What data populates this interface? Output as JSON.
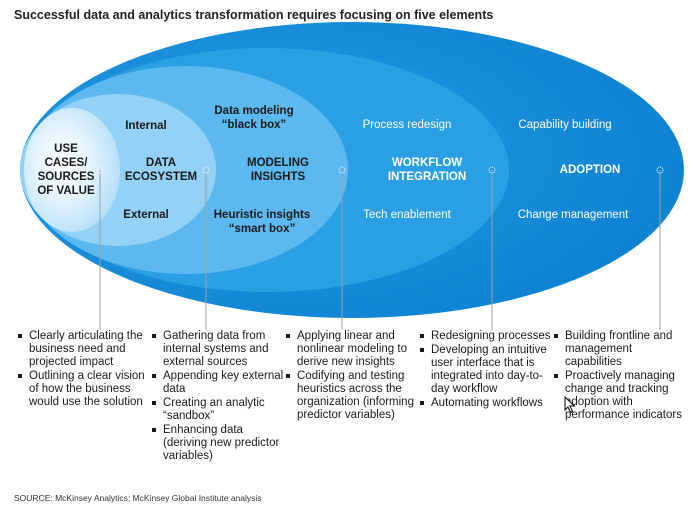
{
  "title": "Successful data and analytics transformation requires focusing on five elements",
  "elements": [
    {
      "name": "USE CASES/ SOURCES OF VALUE",
      "lines": [
        "USE",
        "CASES/",
        "SOURCES",
        "OF VALUE"
      ],
      "sublabels": [],
      "bullets": [
        "Clearly articulating the business need and projected impact",
        "Outlining a clear vision of how the business would use the solution"
      ]
    },
    {
      "name": "DATA ECOSYSTEM",
      "lines": [
        "DATA",
        "ECOSYSTEM"
      ],
      "sublabels": [
        "Internal",
        "External"
      ],
      "bullets": [
        "Gathering data from internal systems and external sources",
        "Appending key external data",
        "Creating an analytic “sandbox”",
        "Enhancing data (deriving new predictor variables)"
      ]
    },
    {
      "name": "MODELING INSIGHTS",
      "lines": [
        "MODELING",
        "INSIGHTS"
      ],
      "sublabels": [
        "Data modeling “black box”",
        "Heuristic insights “smart box”"
      ],
      "bullets": [
        "Applying linear and nonlinear modeling to derive new insights",
        "Codifying and testing heuristics across the organization (informing predictor variables)"
      ]
    },
    {
      "name": "WORKFLOW INTEGRATION",
      "lines": [
        "WORKFLOW",
        "INTEGRATION"
      ],
      "sublabels": [
        "Process redesign",
        "Tech enablement"
      ],
      "bullets": [
        "Redesigning processes",
        "Developing an intuitive user interface that is integrated into day-to-day workflow",
        "Automating workflows"
      ]
    },
    {
      "name": "ADOPTION",
      "lines": [
        "ADOPTION"
      ],
      "sublabels": [
        "Capability building",
        "Change management"
      ],
      "bullets": [
        "Building frontline and management capabilities",
        "Proactively managing change and tracking adoption with performance indicators"
      ]
    }
  ],
  "source": "SOURCE:  McKinsey Analytics; McKinsey Global Institute analysis",
  "colors": {
    "ellipse_1": "#0a87d6",
    "ellipse_2": "#2b9fe3",
    "ellipse_3": "#5cb9ef",
    "ellipse_4": "#93d2f6",
    "ellipse_5": "#c4e7fb",
    "connector": "#9aa0a6",
    "page_background": "#ffffff"
  }
}
